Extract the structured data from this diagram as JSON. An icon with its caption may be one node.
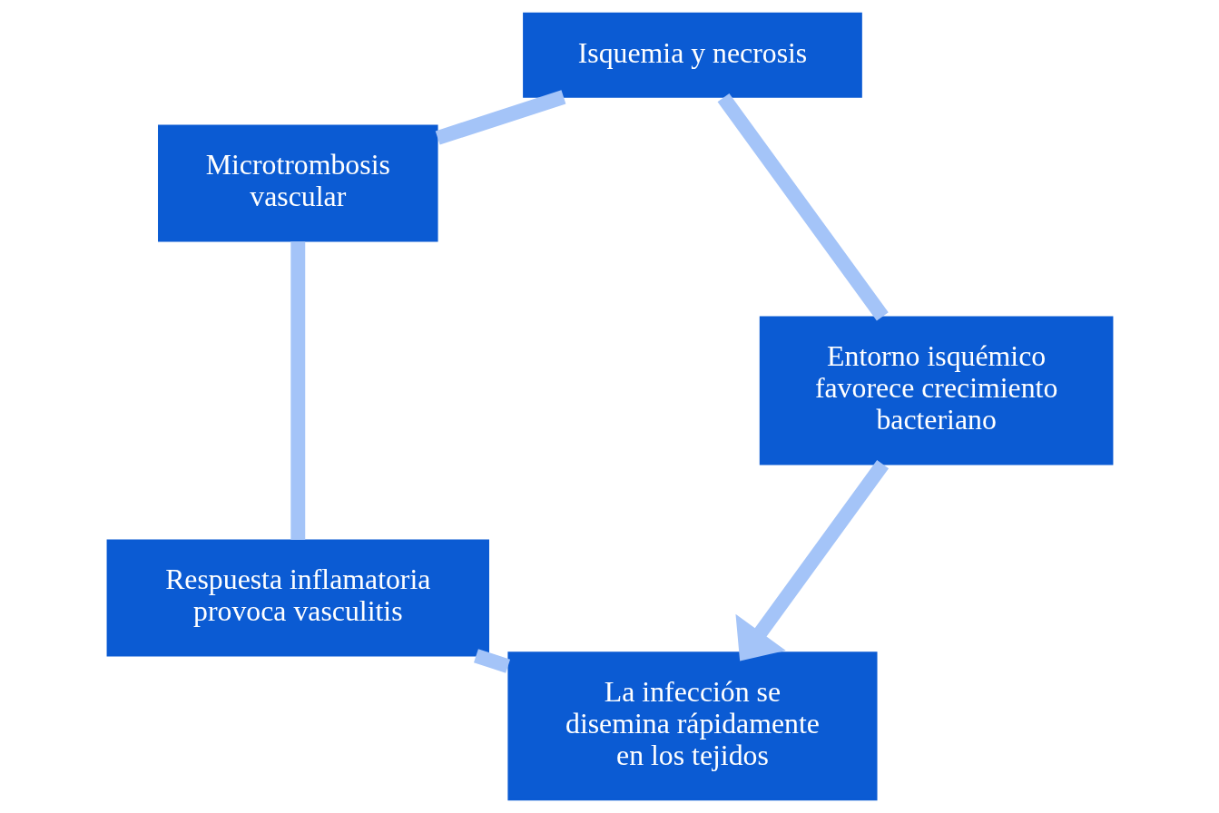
{
  "diagram": {
    "nodes": [
      {
        "text": [
          "La infección se disemina rápidamente en los tejidos"
        ]
      },
      {
        "text": [
          "Respuesta inflamatoria provoca vasculitis"
        ]
      },
      {
        "text": [
          "Microtrombosis vascular"
        ]
      },
      {
        "text": [
          "Isquemia y necrosis"
        ]
      },
      {
        "text": [
          "Entorno isquémico favorece crecimiento bacteriano"
        ]
      }
    ],
    "edges": [
      {
        "from": 0,
        "to": 1,
        "arrow": "none"
      },
      {
        "from": 1,
        "to": 2,
        "arrow": "none"
      },
      {
        "from": 2,
        "to": 3,
        "arrow": "none"
      },
      {
        "from": 3,
        "to": 4,
        "arrow": "none"
      },
      {
        "from": 4,
        "to": 0,
        "arrow": "to"
      }
    ]
  }
}
